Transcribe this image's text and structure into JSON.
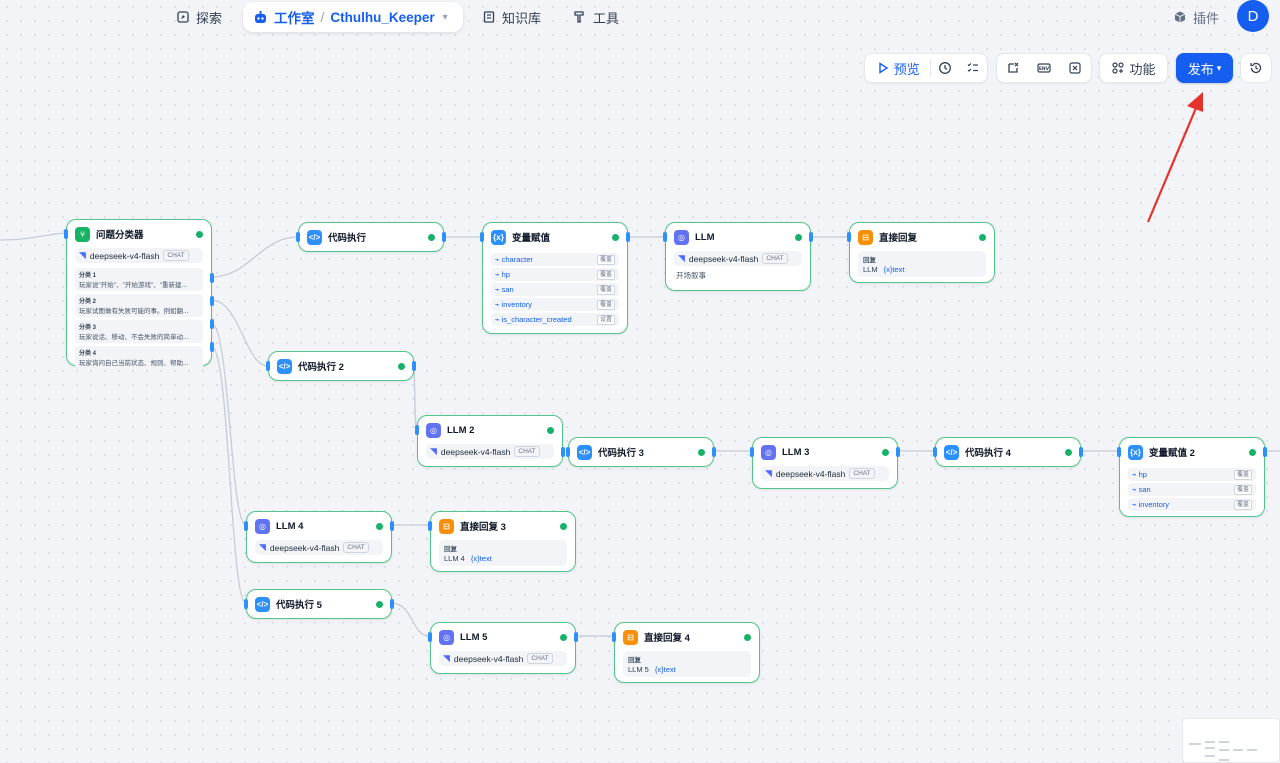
{
  "nav": {
    "explore": "探索",
    "studio": "工作室",
    "app_name": "Cthulhu_Keeper",
    "knowledge": "知识库",
    "tools": "工具",
    "plugins": "插件",
    "avatar_letter": "D"
  },
  "toolbar": {
    "preview": "预览",
    "features": "功能",
    "publish": "发布"
  },
  "nodes": {
    "classifier": {
      "title": "问题分类器",
      "model": "deepseek-v4-flash",
      "tag": "CHAT",
      "classes": [
        {
          "name": "分类 1",
          "desc": "玩家说\"开始\"、\"开始游戏\"、\"重新建..."
        },
        {
          "name": "分类 2",
          "desc": "玩家试图做有失败可能的事。例如翻..."
        },
        {
          "name": "分类 3",
          "desc": "玩家说话、移动、不会失败的简单动..."
        },
        {
          "name": "分类 4",
          "desc": "玩家询问自己当前状态、规则、帮助..."
        }
      ]
    },
    "code1": {
      "title": "代码执行"
    },
    "assign1": {
      "title": "变量赋值",
      "vars": [
        {
          "name": "character",
          "op": "覆盖"
        },
        {
          "name": "hp",
          "op": "覆盖"
        },
        {
          "name": "san",
          "op": "覆盖"
        },
        {
          "name": "inventory",
          "op": "覆盖"
        },
        {
          "name": "is_character_created",
          "op": "设置"
        }
      ]
    },
    "llm1": {
      "title": "LLM",
      "model": "deepseek-v4-flash",
      "tag": "CHAT",
      "note": "开场叙事"
    },
    "answer1": {
      "title": "直接回复",
      "label": "回复",
      "ref_node": "LLM",
      "ref_var": "{x}text"
    },
    "code2": {
      "title": "代码执行 2"
    },
    "llm2": {
      "title": "LLM 2",
      "model": "deepseek-v4-flash",
      "tag": "CHAT"
    },
    "code3": {
      "title": "代码执行 3"
    },
    "llm3": {
      "title": "LLM 3",
      "model": "deepseek-v4-flash",
      "tag": "CHAT"
    },
    "code4": {
      "title": "代码执行 4"
    },
    "assign2": {
      "title": "变量赋值 2",
      "vars": [
        {
          "name": "hp",
          "op": "覆盖"
        },
        {
          "name": "san",
          "op": "覆盖"
        },
        {
          "name": "inventory",
          "op": "覆盖"
        }
      ]
    },
    "llm4": {
      "title": "LLM 4",
      "model": "deepseek-v4-flash",
      "tag": "CHAT"
    },
    "answer3": {
      "title": "直接回复 3",
      "label": "回复",
      "ref_node": "LLM 4",
      "ref_var": "{x}text"
    },
    "code5": {
      "title": "代码执行 5"
    },
    "llm5": {
      "title": "LLM 5",
      "model": "deepseek-v4-flash",
      "tag": "CHAT"
    },
    "answer4": {
      "title": "直接回复 4",
      "label": "回复",
      "ref_node": "LLM 5",
      "ref_var": "{x}text"
    }
  },
  "colors": {
    "accent": "#155eef",
    "node_border": "#53c38b",
    "annotation_arrow": "#e5322d"
  }
}
